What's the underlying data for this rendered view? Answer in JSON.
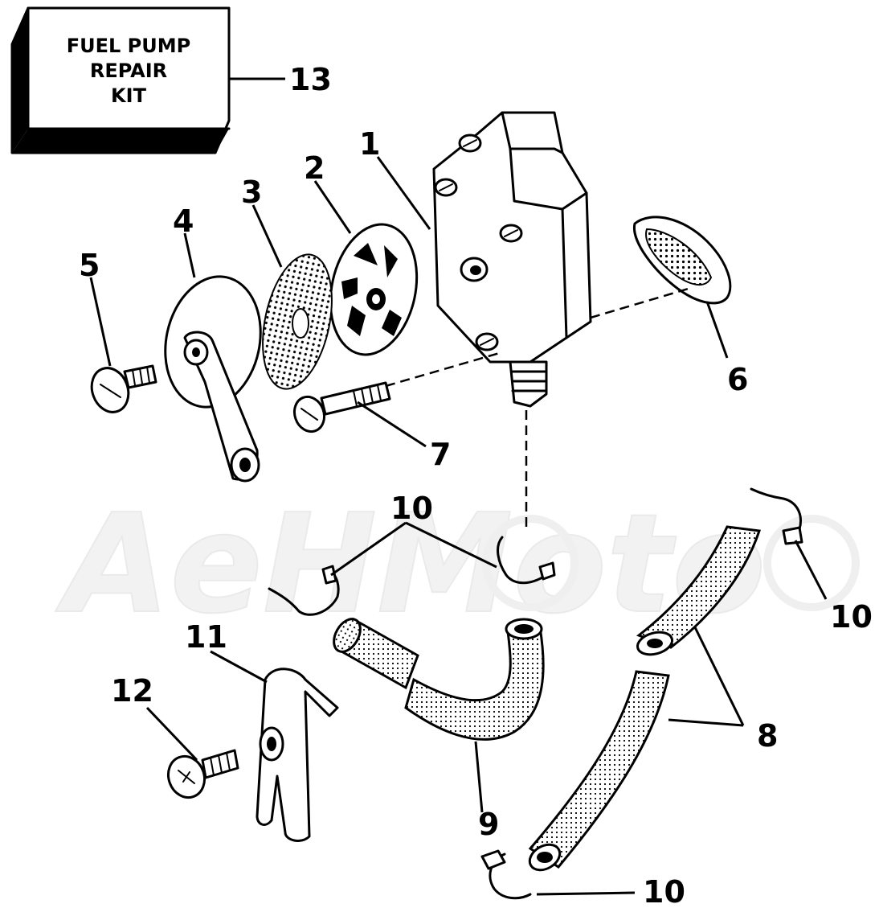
{
  "kit_box": {
    "line1": "FUEL PUMP",
    "line2": "REPAIR",
    "line3": "KIT"
  },
  "callouts": {
    "c1": "1",
    "c2": "2",
    "c3": "3",
    "c4": "4",
    "c5": "5",
    "c6": "6",
    "c7": "7",
    "c8": "8",
    "c9": "9",
    "c10_a": "10",
    "c10_b": "10",
    "c10_c": "10",
    "c11": "11",
    "c12": "12",
    "c13": "13"
  },
  "watermark": {
    "text": "AeHMoto"
  },
  "colors": {
    "line": "#000000",
    "background": "#ffffff",
    "watermark": "#e6e6e6"
  }
}
